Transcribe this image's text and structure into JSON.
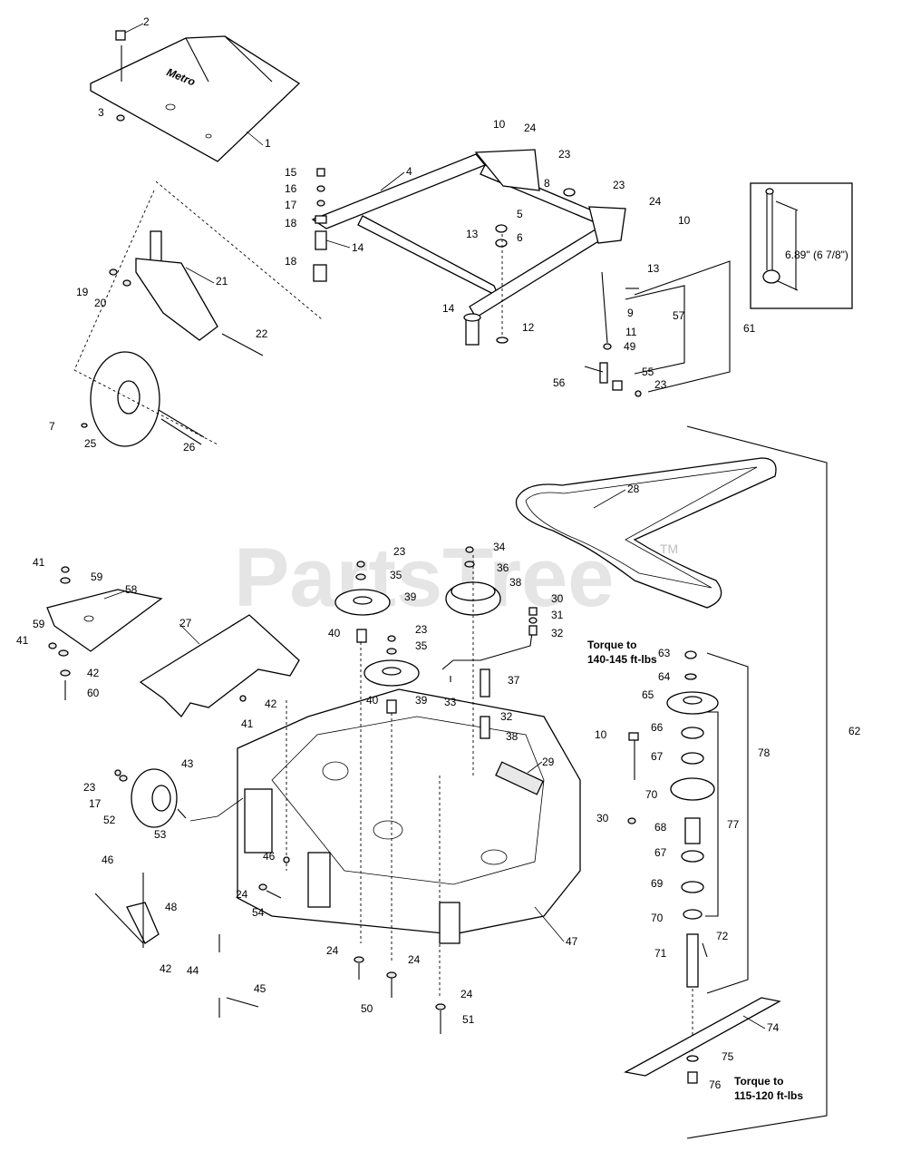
{
  "watermark": {
    "text": "PartsTree",
    "tm": "TM"
  },
  "logo_text": "Metro",
  "dimension_note": "6.89\" (6 7/8\")",
  "torque_notes": {
    "upper_line1": "Torque to",
    "upper_line2": "140-145 ft-lbs",
    "lower_line1": "Torque to",
    "lower_line2": "115-120 ft-lbs"
  },
  "callouts": [
    "2",
    "3",
    "1",
    "10",
    "24",
    "23",
    "4",
    "15",
    "16",
    "17",
    "18",
    "18",
    "8",
    "23",
    "24",
    "10",
    "13",
    "5",
    "6",
    "14",
    "19",
    "20",
    "21",
    "22",
    "13",
    "14",
    "12",
    "9",
    "11",
    "49",
    "57",
    "61",
    "56",
    "55",
    "23",
    "7",
    "25",
    "26",
    "28",
    "23",
    "35",
    "34",
    "36",
    "38",
    "41",
    "59",
    "58",
    "59",
    "41",
    "42",
    "60",
    "27",
    "39",
    "40",
    "23",
    "35",
    "30",
    "31",
    "32",
    "40",
    "39",
    "33",
    "37",
    "42",
    "41",
    "32",
    "38",
    "29",
    "63",
    "64",
    "65",
    "10",
    "66",
    "67",
    "70",
    "30",
    "68",
    "67",
    "69",
    "70",
    "71",
    "72",
    "78",
    "77",
    "62",
    "43",
    "23",
    "17",
    "52",
    "53",
    "46",
    "46",
    "24",
    "54",
    "48",
    "42",
    "44",
    "45",
    "24",
    "24",
    "50",
    "24",
    "51",
    "47",
    "74",
    "75",
    "76"
  ]
}
